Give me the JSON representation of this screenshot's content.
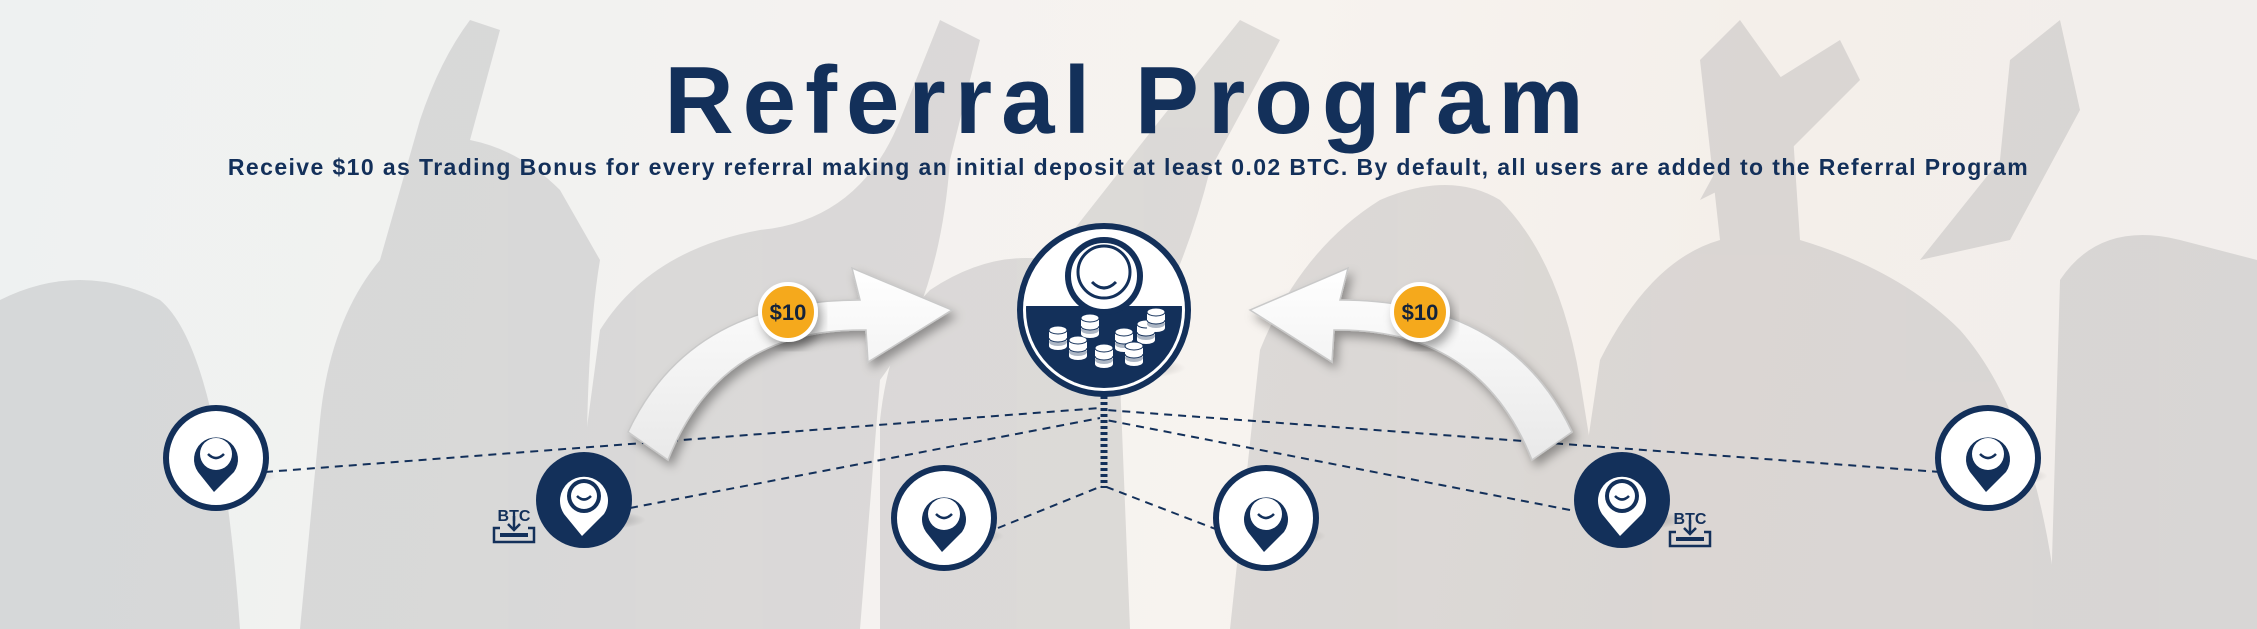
{
  "page": {
    "title": "Referral Program",
    "subtitle": "Receive $10 as Trading Bonus for every referral making an initial deposit at least 0.02 BTC. By default, all users are added to the Referral Program"
  },
  "diagram": {
    "bonus_left": "$10",
    "bonus_right": "$10",
    "btc_left": "BTC",
    "btc_right": "BTC"
  },
  "colors": {
    "navy": "#13305a",
    "gold": "#f5a91f"
  },
  "icons": {
    "referrer": "user-with-coins-icon",
    "referral": "user-pin-icon",
    "deposit": "btc-deposit-icon",
    "arrow": "curved-arrow-icon"
  }
}
